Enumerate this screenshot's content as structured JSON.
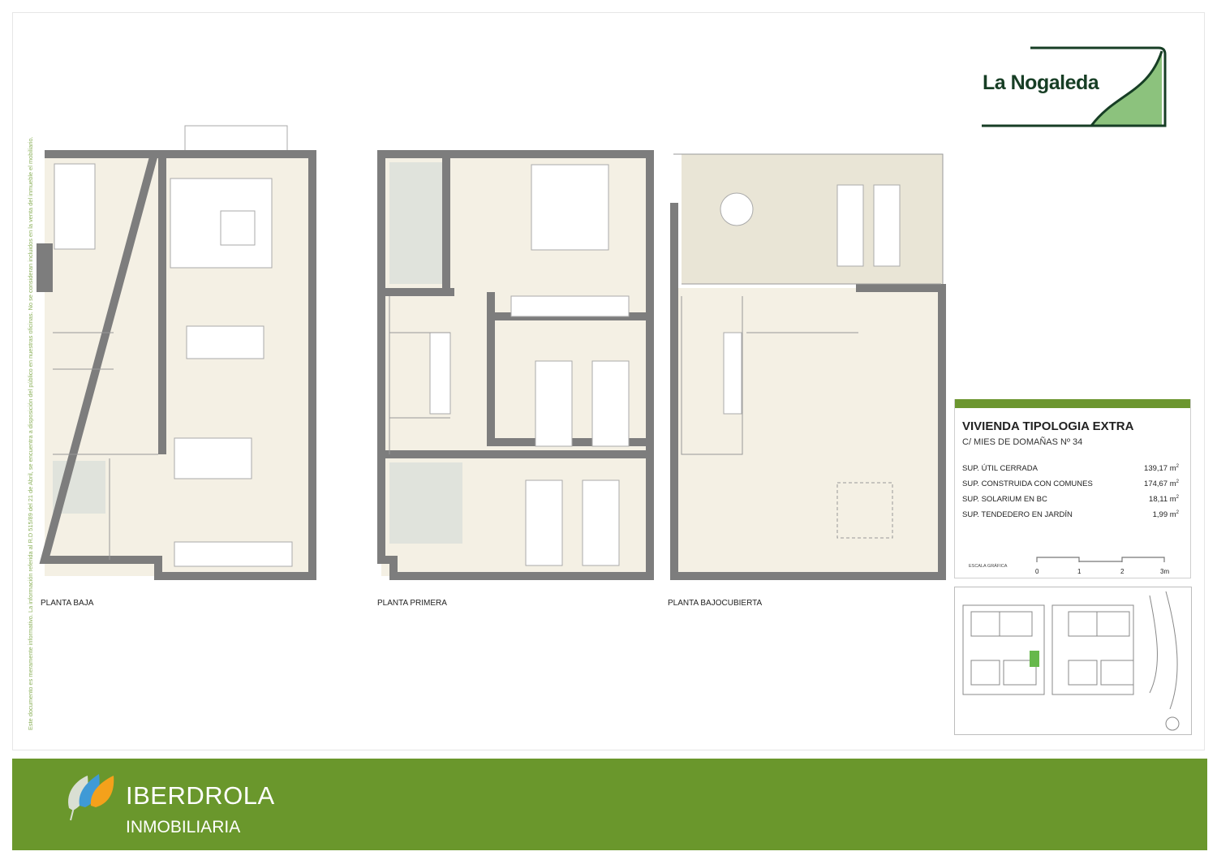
{
  "disclaimer": "Este documento es meramente informativo. La información referida al R.D 515/89 del 21 de Abril, se encuentra a disposición del público en nuestras oficinas. No se consideran incluidos en la venta del inmueble el mobiliario.",
  "brand": {
    "project_logo": "La Nogaleda",
    "company": "IBERDROLA",
    "division": "INMOBILIARIA"
  },
  "plans": [
    {
      "label": "PLANTA BAJA"
    },
    {
      "label": "PLANTA PRIMERA"
    },
    {
      "label": "PLANTA BAJOCUBIERTA"
    }
  ],
  "info": {
    "title": "VIVIENDA TIPOLOGIA EXTRA",
    "address": "C/ MIES DE DOMAÑAS Nº 34",
    "rows": [
      {
        "label": "SUP. ÚTIL CERRADA",
        "value": "139,17 m",
        "unit_sup": "2"
      },
      {
        "label": "SUP. CONSTRUIDA CON COMUNES",
        "value": "174,67 m",
        "unit_sup": "2"
      },
      {
        "label": "SUP. SOLARIUM EN BC",
        "value": "18,11 m",
        "unit_sup": "2"
      },
      {
        "label": "SUP. TENDEDERO EN JARDÍN",
        "value": "1,99 m",
        "unit_sup": "2"
      }
    ],
    "scale_label": "ESCALA GRÁFICA",
    "scale_ticks": [
      "0",
      "1",
      "2",
      "3m"
    ]
  },
  "colors": {
    "brand_green": "#6a972c",
    "logo_green": "#173e25",
    "wall": "#7d7d7d",
    "floor": "#f4f0e4"
  }
}
